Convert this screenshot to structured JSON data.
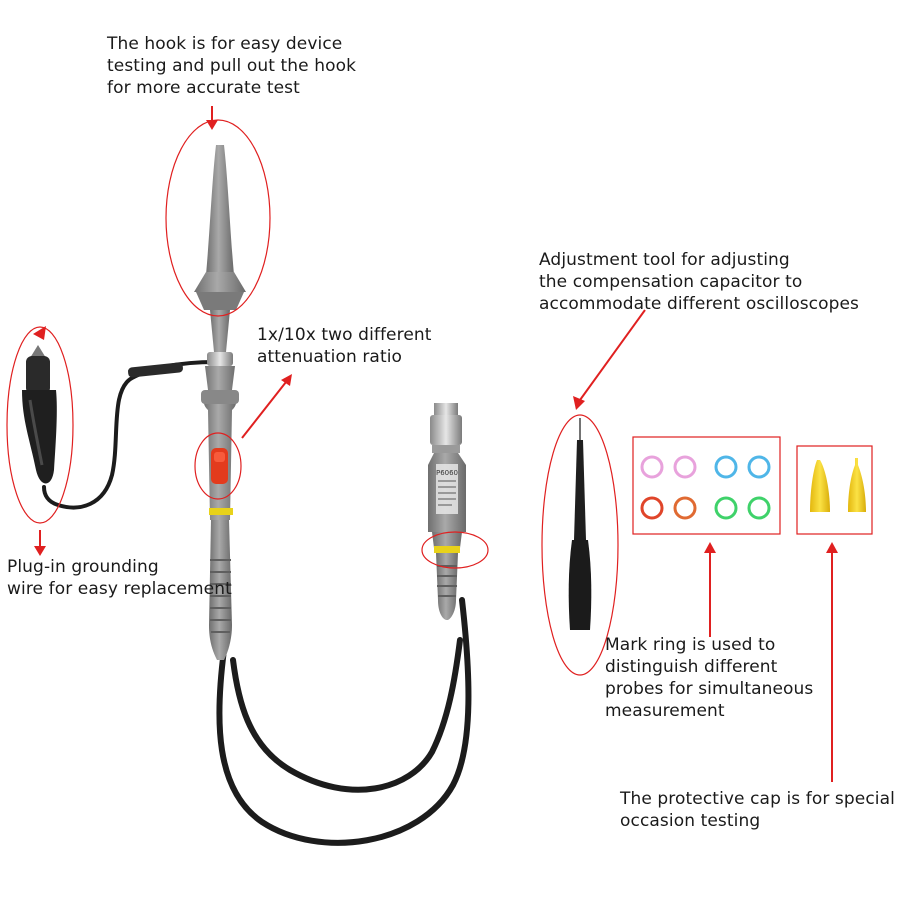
{
  "annotations": {
    "hook": [
      "The hook is for easy device",
      "testing and pull out the hook",
      "for more accurate test"
    ],
    "attenuation": [
      "1x/10x two different",
      "attenuation ratio"
    ],
    "adjustment_tool": [
      "Adjustment tool for adjusting",
      "the compensation capacitor to",
      "accommodate different oscilloscopes"
    ],
    "grounding": [
      "Plug-in grounding",
      "wire for easy replacement"
    ],
    "mark_ring": [
      "Mark ring is used to",
      "distinguish different",
      "probes for simultaneous",
      "measurement"
    ],
    "protective_cap": [
      "The protective cap is for special",
      "occasion testing"
    ]
  },
  "connector_label": "P6060",
  "colors": {
    "annotation_red": "#e02020",
    "probe_gray": "#8f8f8f",
    "cable_black": "#1c1c1c",
    "band_yellow": "#e8d21a",
    "cap_yellow": "#f2d21e"
  },
  "mark_ring_colors": [
    "#e8a2dc",
    "#e8a2dc",
    "#4fb6e8",
    "#4fb6e8",
    "#e0452a",
    "#e06a32",
    "#3fd26a",
    "#3fd26a"
  ]
}
